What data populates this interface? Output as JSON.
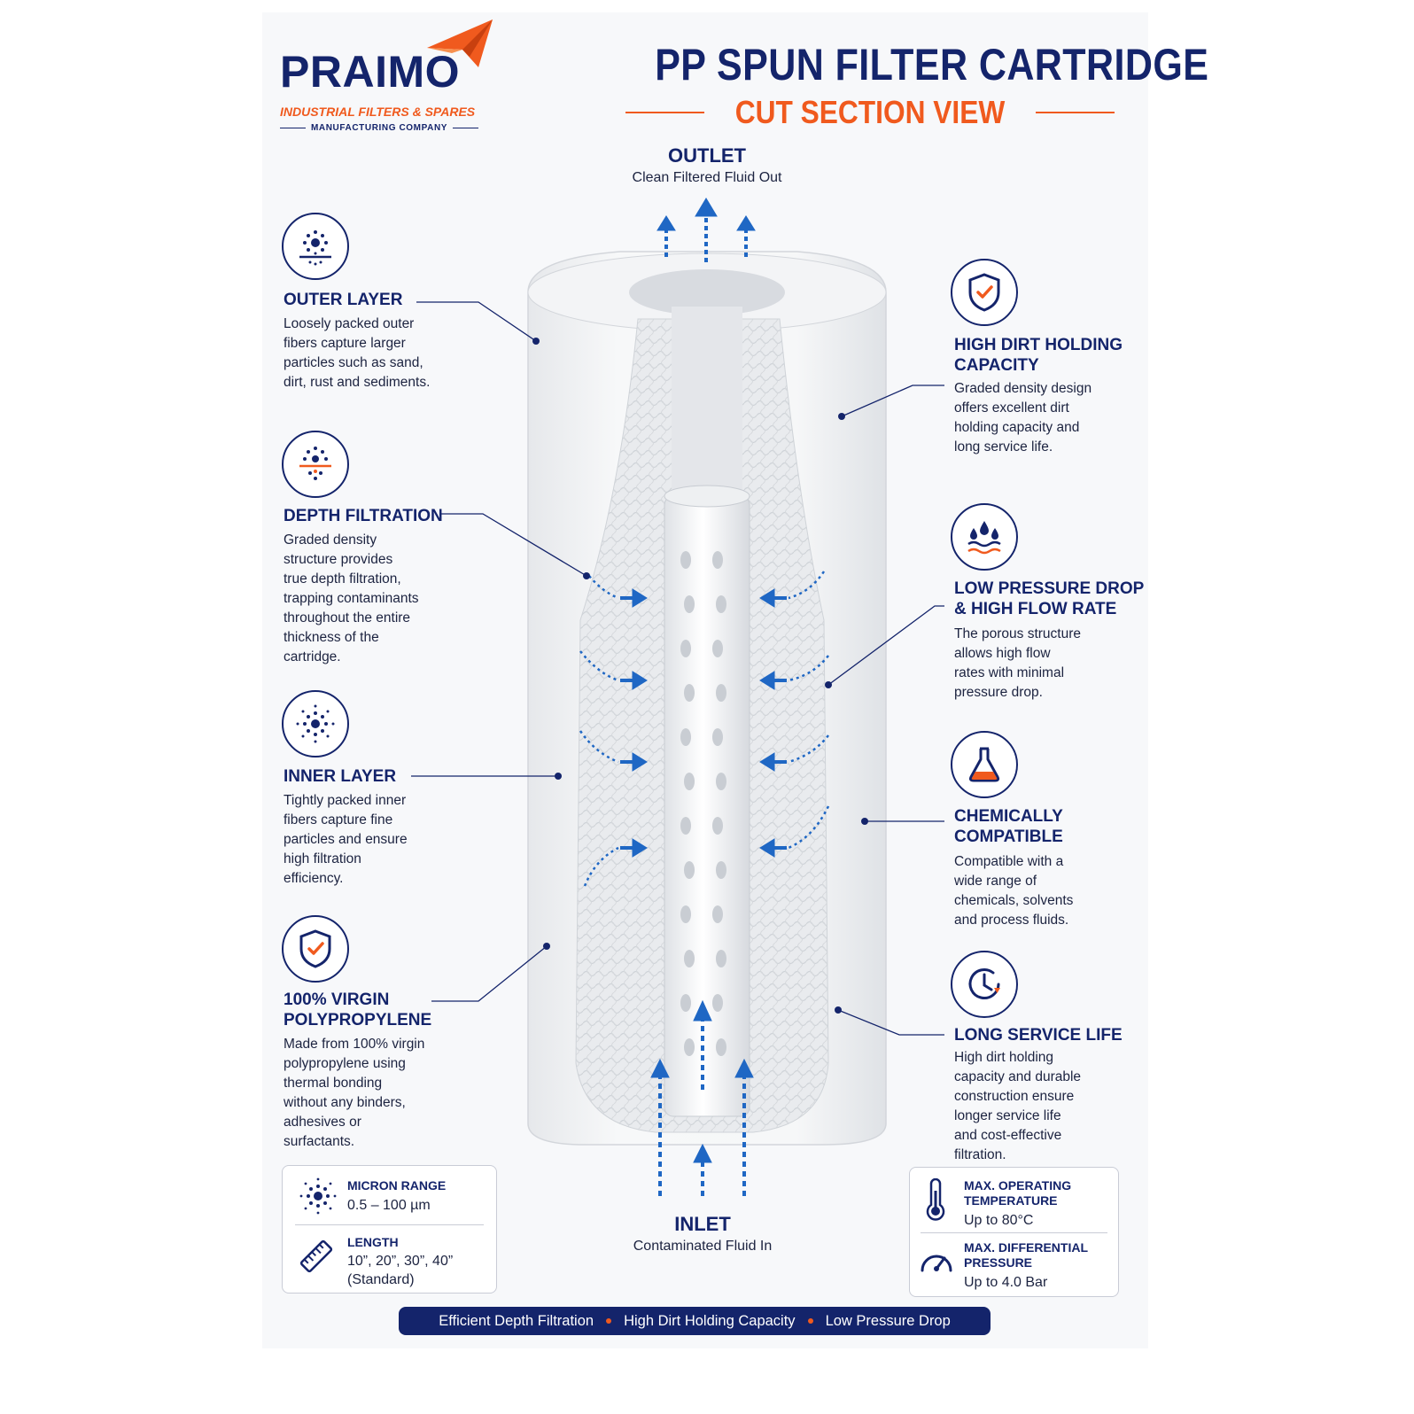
{
  "brand": {
    "name": "PRAIMO",
    "tagline": "INDUSTRIAL FILTERS & SPARES",
    "subline": "MANUFACTURING COMPANY"
  },
  "header": {
    "title": "PP SPUN FILTER CARTRIDGE",
    "subtitle": "CUT SECTION VIEW"
  },
  "outlet": {
    "title": "OUTLET",
    "subtitle": "Clean Filtered Fluid Out"
  },
  "inlet": {
    "title": "INLET",
    "subtitle": "Contaminated Fluid In"
  },
  "left_features": [
    {
      "icon": "particles-filter-icon",
      "title": "OUTER LAYER",
      "desc": [
        "Loosely packed outer",
        "fibers capture larger",
        "particles such as sand,",
        "dirt, rust and sediments."
      ]
    },
    {
      "icon": "depth-filtration-icon",
      "title": "DEPTH FILTRATION",
      "desc": [
        "Graded density",
        "structure provides",
        "true depth filtration,",
        "trapping contaminants",
        "throughout the entire",
        "thickness of the",
        "cartridge."
      ]
    },
    {
      "icon": "fine-particles-icon",
      "title": "INNER LAYER",
      "desc": [
        "Tightly packed inner",
        "fibers capture fine",
        "particles and ensure",
        "high filtration",
        "efficiency."
      ]
    },
    {
      "icon": "shield-check-icon",
      "title": [
        "100% VIRGIN",
        "POLYPROPYLENE"
      ],
      "desc": [
        "Made from 100% virgin",
        "polypropylene using",
        "thermal bonding",
        "without any binders,",
        "adhesives or",
        "surfactants."
      ]
    }
  ],
  "right_features": [
    {
      "icon": "shield-check-icon",
      "title": [
        "HIGH DIRT HOLDING",
        "CAPACITY"
      ],
      "desc": [
        "Graded density design",
        "offers excellent dirt",
        "holding capacity and",
        "long service life."
      ]
    },
    {
      "icon": "water-drops-icon",
      "title": [
        "LOW PRESSURE DROP",
        "& HIGH FLOW RATE"
      ],
      "desc": [
        "The porous structure",
        "allows high flow",
        "rates with minimal",
        "pressure drop."
      ]
    },
    {
      "icon": "flask-icon",
      "title": [
        "CHEMICALLY",
        "COMPATIBLE"
      ],
      "desc": [
        "Compatible with a",
        "wide range of",
        "chemicals, solvents",
        "and process fluids."
      ]
    },
    {
      "icon": "clock-icon",
      "title": [
        "LONG SERVICE LIFE"
      ],
      "desc": [
        "High dirt holding",
        "capacity and durable",
        "construction ensure",
        "longer service life",
        "and cost-effective",
        "filtration."
      ]
    }
  ],
  "specs_left": [
    {
      "icon": "micron-icon",
      "label": "MICRON RANGE",
      "value": [
        "0.5 – 100 µm"
      ]
    },
    {
      "icon": "ruler-icon",
      "label": "LENGTH",
      "value": [
        "10”, 20”, 30”, 40”",
        "(Standard)"
      ]
    }
  ],
  "specs_right": [
    {
      "icon": "thermometer-icon",
      "label": [
        "MAX. OPERATING",
        "TEMPERATURE"
      ],
      "value": "Up to 80°C"
    },
    {
      "icon": "gauge-icon",
      "label": [
        "MAX. DIFFERENTIAL",
        "PRESSURE"
      ],
      "value": "Up to 4.0 Bar"
    }
  ],
  "banner": [
    "Efficient Depth Filtration",
    "High Dirt Holding Capacity",
    "Low Pressure Drop"
  ],
  "colors": {
    "navy": "#14246b",
    "orange": "#f05a1e",
    "flow_blue": "#1f67c4"
  }
}
